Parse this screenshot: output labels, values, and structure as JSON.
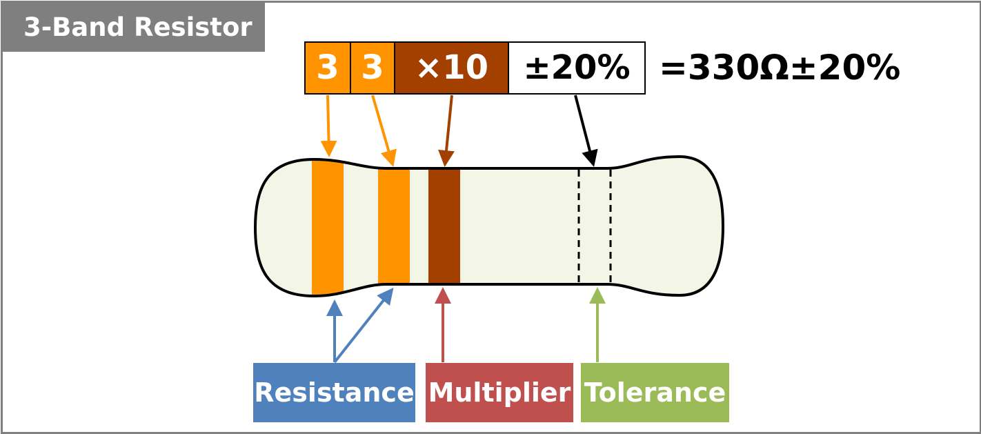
{
  "title": "3-Band Resistor",
  "code_boxes": {
    "digit1": "3",
    "digit2": "3",
    "multiplier": "×10",
    "tolerance": "±20%"
  },
  "result": "=330Ω±20%",
  "labels": {
    "resistance": "Resistance",
    "multiplier": "Multiplier",
    "tolerance": "Tolerance"
  },
  "colors": {
    "orange": "#ff9400",
    "brown": "#a34000",
    "resistor_body": "#f3f6e6",
    "resistance_label": "#4f81bd",
    "multiplier_label": "#c0504d",
    "tolerance_label": "#9bbb59",
    "title_tab": "#7f7f7f"
  },
  "icons": {
    "tolerance_band": "dashed-outline-none-band"
  }
}
